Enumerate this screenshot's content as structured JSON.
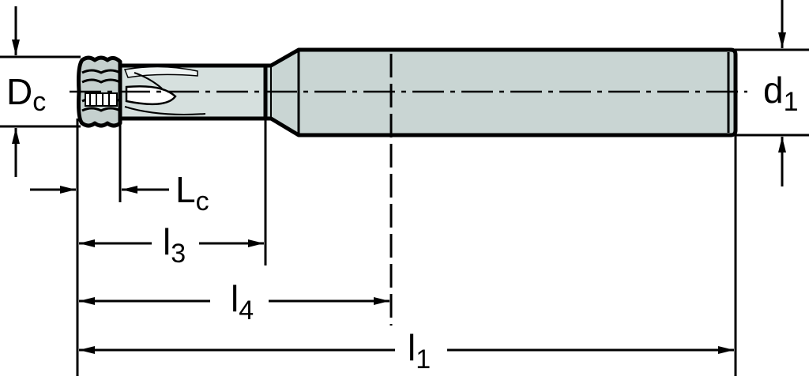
{
  "colors": {
    "tool_fill": "#c9d5d3",
    "tool_light": "#dfe8e6",
    "line": "#000000",
    "background": "#ffffff"
  },
  "labels": {
    "Dc": {
      "main": "D",
      "sub": "c"
    },
    "d1": {
      "main": "d",
      "sub": "1"
    },
    "Lc": {
      "main": "L",
      "sub": "c"
    },
    "l3": {
      "main": "l",
      "sub": "3"
    },
    "l4": {
      "main": "l",
      "sub": "4"
    },
    "l1": {
      "main": "l",
      "sub": "1"
    }
  }
}
